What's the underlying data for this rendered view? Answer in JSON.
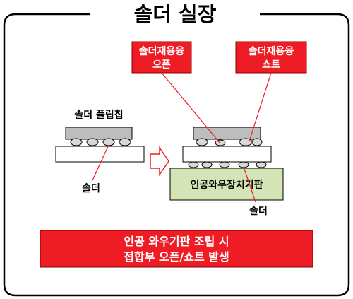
{
  "title": "솔더 실장",
  "callouts": {
    "open_line1": "솔더재용융",
    "open_line2": "오픈",
    "short_line1": "솔더재용융",
    "short_line2": "쇼트"
  },
  "left": {
    "chip_label": "솔더 플립칩",
    "solder_label": "솔더"
  },
  "right": {
    "substrate_label": "인공와우장치기판",
    "solder_label": "솔더"
  },
  "banner": {
    "line1": "인공 와우기판 조립 시",
    "line2": "접합부 오픈/쇼트 발생"
  },
  "colors": {
    "red": "#ee1c24",
    "chip_gray": "#bdbdbd",
    "substrate_green": "#d4e4b4",
    "solder_gray": "#d8d8d8"
  }
}
